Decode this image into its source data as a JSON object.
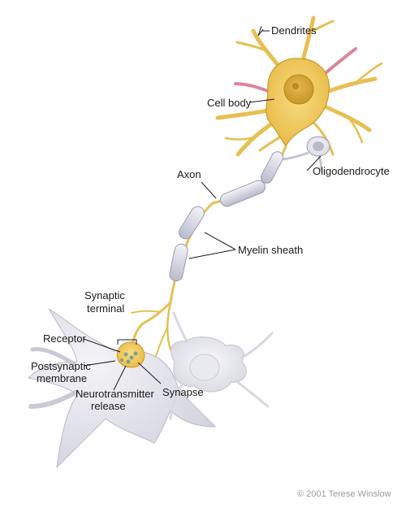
{
  "labels": {
    "dendrites": "Dendrites",
    "cell_body": "Cell body",
    "oligodendrocyte": "Oligodendrocyte",
    "axon": "Axon",
    "myelin_sheath": "Myelin sheath",
    "synaptic_terminal_1": "Synaptic",
    "synaptic_terminal_2": "terminal",
    "receptor": "Receptor",
    "postsynaptic_membrane_1": "Postsynaptic",
    "postsynaptic_membrane_2": "membrane",
    "neurotransmitter_release_1": "Neurotransmitter",
    "neurotransmitter_release_2": "release",
    "synapse": "Synapse"
  },
  "copyright": "© 2001 Terese Winslow",
  "colors": {
    "neuron_fill": "#f2cf62",
    "neuron_stroke": "#c99a2a",
    "myelin_fill": "#dcdde6",
    "myelin_stroke": "#9a9bb0",
    "glia_fill": "#e9e9ef",
    "dendrite_tip": "#d9869a"
  }
}
